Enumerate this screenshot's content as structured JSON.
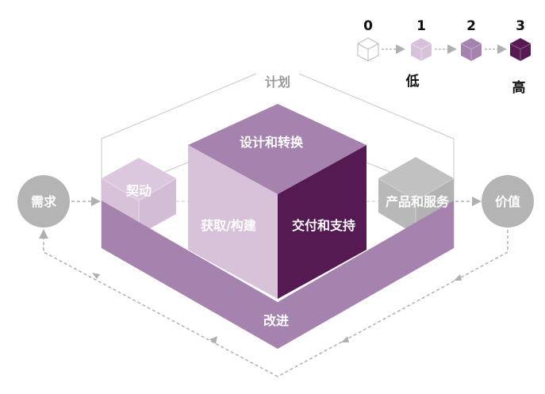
{
  "legend": {
    "levels": [
      "0",
      "1",
      "2",
      "3"
    ],
    "low_label": "低",
    "high_label": "高",
    "colors": [
      "#ffffff",
      "#d8c2da",
      "#a683ae",
      "#561a52"
    ]
  },
  "diagram": {
    "plan": "计划",
    "engage": "契动",
    "design_transition": "设计和转换",
    "obtain_build": "获取/构建",
    "deliver_support": "交付和支持",
    "products_services": "产品和服务",
    "improve": "改进",
    "demand": "需求",
    "value": "价值"
  }
}
